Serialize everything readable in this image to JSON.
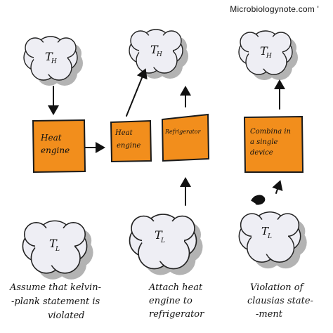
{
  "watermark": "Microbiologynote.com '",
  "reservoirs": {
    "hot": "T",
    "hot_sub": "H",
    "cold": "T",
    "cold_sub": "L"
  },
  "panels": [
    {
      "heat_engine": [
        "Heat",
        "engine"
      ],
      "caption": [
        "Assume that kelvin-",
        "-plank statement is",
        "violated"
      ]
    },
    {
      "heat_engine": [
        "Heat",
        "engine"
      ],
      "refrigerator": "Refrigerator",
      "caption": [
        "Attach heat",
        "engine to",
        "refrigerator"
      ]
    },
    {
      "combined": [
        "Combina in",
        "a single",
        "device"
      ],
      "caption": [
        "Violation of",
        "clausias state-",
        "-ment"
      ]
    }
  ],
  "colors": {
    "box_fill": "#F28E1C",
    "box_stroke": "#1a1a1a",
    "cloud_fill": "#EEEEF4",
    "cloud_shadow": "#B3B3B3",
    "ink": "#111111"
  }
}
